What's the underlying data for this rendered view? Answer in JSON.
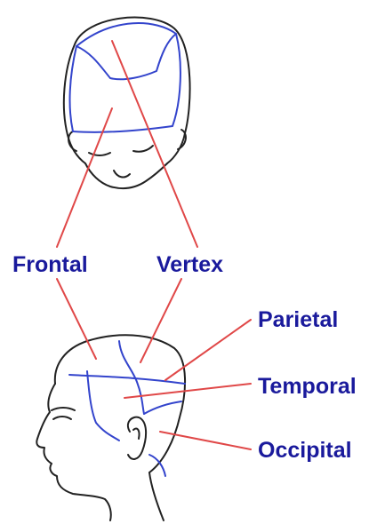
{
  "labels": {
    "frontal": "Frontal",
    "vertex": "Vertex",
    "parietal": "Parietal",
    "temporal": "Temporal",
    "occipital": "Occipital"
  },
  "colors": {
    "label_text": "#1a1a9c",
    "leader_line": "#e04848",
    "zone_outline": "#3344cc",
    "sketch": "#222222",
    "background": "#ffffff"
  }
}
